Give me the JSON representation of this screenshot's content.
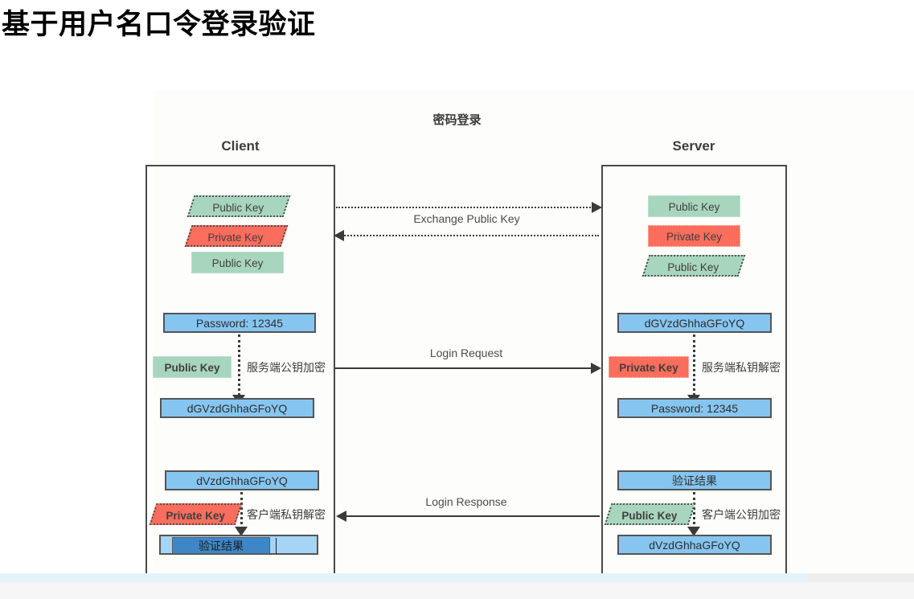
{
  "slide": {
    "title": "基于用户名口令登录验证"
  },
  "diagram": {
    "title": "密码登录",
    "lanes": {
      "client": {
        "header": "Client"
      },
      "server": {
        "header": "Server"
      }
    },
    "client_keys": [
      {
        "label": "Public Key",
        "color": "green",
        "shape": "parallelogram"
      },
      {
        "label": "Private Key",
        "color": "red",
        "shape": "parallelogram"
      },
      {
        "label": "Public Key",
        "color": "green",
        "shape": "rectangle"
      }
    ],
    "server_keys": [
      {
        "label": "Public Key",
        "color": "green",
        "shape": "rectangle"
      },
      {
        "label": "Private Key",
        "color": "red",
        "shape": "rectangle"
      },
      {
        "label": "Public Key",
        "color": "green",
        "shape": "parallelogram"
      }
    ],
    "exchange_label": "Exchange Public Key",
    "login_request_label": "Login Request",
    "login_response_label": "Login Response",
    "client_flow": {
      "password_box": "Password: 12345",
      "key_tag": "Public Key",
      "note": "服务端公钥加密",
      "cipher_box": "dGVzdGhhaGFoYQ",
      "response_cipher_box": "dVzdGhhaGFoYQ",
      "response_key_tag": "Private Key",
      "response_note": "客户端私钥解密",
      "result_box": "验证结果"
    },
    "server_flow": {
      "cipher_box": "dGVzdGhhaGFoYQ",
      "key_tag": "Private Key",
      "note": "服务端私钥解密",
      "password_box": "Password: 12345",
      "result_box": "验证结果",
      "response_key_tag": "Public Key",
      "response_note": "客户端公钥加密",
      "response_cipher_box": "dVzdGhhaGFoYQ"
    }
  },
  "colors": {
    "public_key": "#a8d5bd",
    "private_key": "#fb6d5c",
    "data_box": "#86c5f0",
    "selection": "#3d87c9",
    "stroke": "#3a3a3a"
  }
}
